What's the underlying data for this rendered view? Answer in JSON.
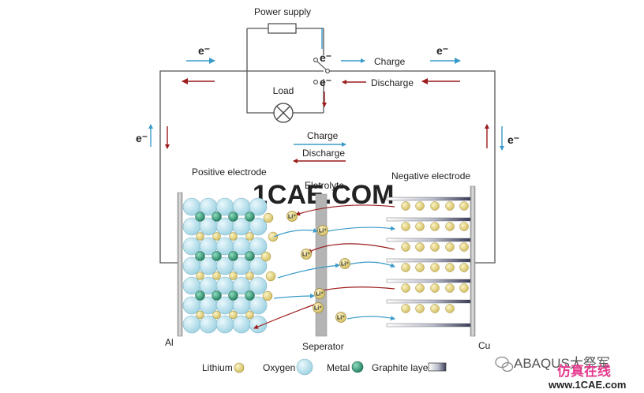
{
  "labels": {
    "power_supply": "Power supply",
    "load": "Load",
    "charge": "Charge",
    "discharge": "Discharge",
    "positive_electrode": "Positive electrode",
    "negative_electrode": "Negative electrode",
    "electrolyte": "Eletrolyte",
    "separator": "Seperator",
    "al": "Al",
    "cu": "Cu",
    "electron": "e⁻",
    "ion": "Li⁺"
  },
  "legend": {
    "lithium": "Lithium",
    "oxygen": "Oxygen",
    "metal": "Metal",
    "graphite": "Graphite layer"
  },
  "watermark": {
    "brand": "ABAQUS大祭军",
    "site_cn": "仿真在线",
    "url": "www.1CAE.com",
    "faint": "1CAE.COM"
  },
  "colors": {
    "charge_arrow": "#3a9bc8",
    "discharge_arrow": "#9b1c1c",
    "oxygen": "#bfe4ef",
    "lithium": "#eadc8a",
    "metal": "#3aa37c",
    "collector": "#bbbbbb",
    "graphite_dark": "#3a3d5a"
  }
}
